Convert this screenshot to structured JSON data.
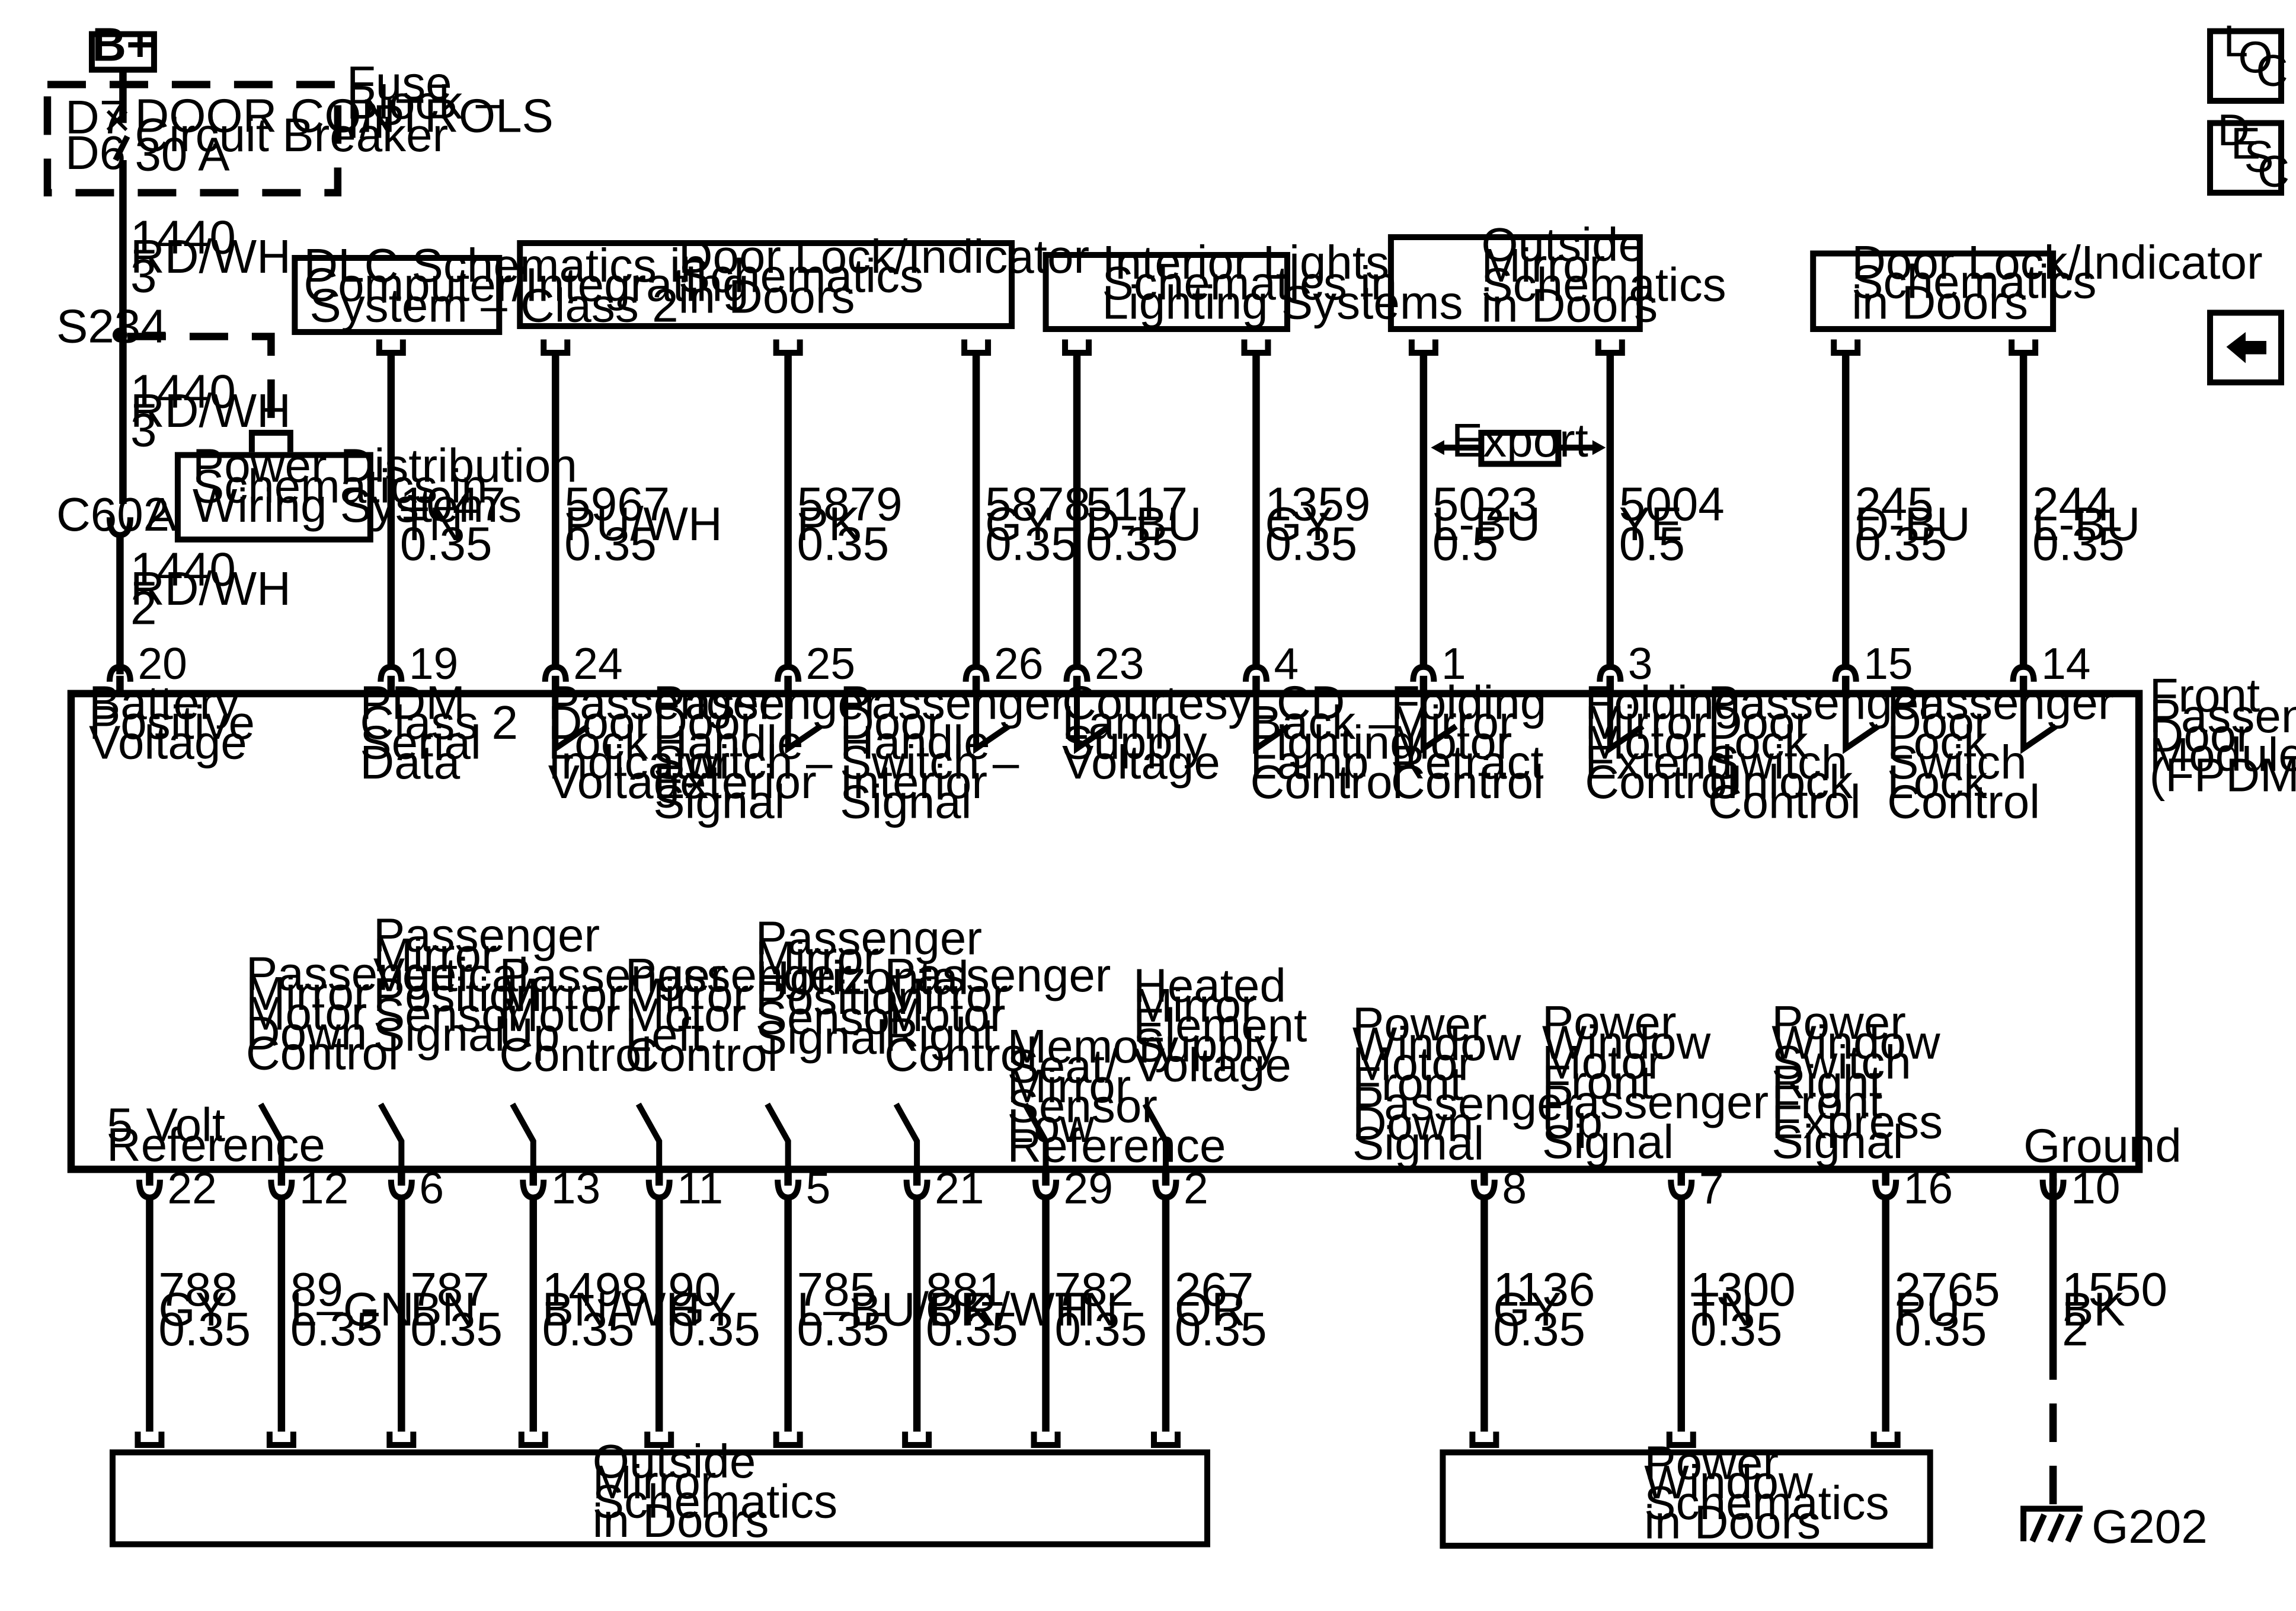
{
  "power": {
    "source": "B+"
  },
  "fuse_block": {
    "positions": [
      "D7",
      "D6"
    ],
    "device": [
      "DOOR CONTROLS",
      "Circuit Breaker",
      "30 A"
    ],
    "label": [
      "Fuse",
      "Block –",
      "I/P"
    ]
  },
  "splices": {
    "splice": "S234",
    "connector": "C602",
    "connector_pin": "A",
    "ground": "G202"
  },
  "nav": {
    "loc": [
      "L",
      "O",
      "C"
    ],
    "desc": [
      "D",
      "E",
      "S",
      "C"
    ],
    "back": "back-arrow-icon"
  },
  "module": {
    "name": [
      "Front",
      "Passenger",
      "Door",
      "Module",
      "(FPDM)"
    ]
  },
  "top_boxes": [
    {
      "id": "dlc",
      "lines": [
        "DLC Schematics in",
        "Computer/Integrating",
        "System – Class 2"
      ]
    },
    {
      "id": "doorlock1",
      "lines": [
        "Door Lock/Indicator",
        "Schematics",
        "in Doors"
      ]
    },
    {
      "id": "intlights",
      "lines": [
        "Interior Lights",
        "Schematics in",
        "Lighting Systems"
      ]
    },
    {
      "id": "mirror_top",
      "lines": [
        "Outside",
        "Mirror",
        "Schematics",
        "in Doors"
      ]
    },
    {
      "id": "doorlock2",
      "lines": [
        "Door Lock/Indicator",
        "Schematics",
        "in Doors"
      ]
    }
  ],
  "power_distribution": [
    "Power Distribution",
    "Schematics in",
    "Wiring Systems"
  ],
  "export": "Export",
  "bottom_boxes": [
    {
      "id": "mirror_bottom",
      "lines": [
        "Outside",
        "Mirror",
        "Schematics",
        "in Doors"
      ]
    },
    {
      "id": "powerwindow",
      "lines": [
        "Power",
        "Window",
        "Schematics",
        "in Doors"
      ]
    }
  ],
  "feed_wires": [
    {
      "lines": [
        "1440",
        "RD/WH",
        "3"
      ]
    },
    {
      "lines": [
        "1440",
        "RD/WH",
        "3"
      ]
    },
    {
      "lines": [
        "1440",
        "RD/WH",
        "2"
      ]
    }
  ],
  "top_pins": [
    {
      "pin": "20",
      "wire": [],
      "func": [
        "Battery",
        "Positive",
        "Voltage"
      ]
    },
    {
      "pin": "19",
      "wire": [
        "1047",
        "TN",
        "0.35"
      ],
      "func": [
        "PDM",
        "Class 2",
        "Serial",
        "Data"
      ]
    },
    {
      "pin": "24",
      "wire": [
        "5967",
        "PU/WH",
        "0.35"
      ],
      "func": [
        "Passenger",
        "Door",
        "Lock",
        "Indicator",
        "Voltage"
      ]
    },
    {
      "pin": "25",
      "wire": [
        "5879",
        "PK",
        "0.35"
      ],
      "func": [
        "Passenger",
        "Door",
        "Handle",
        "Switch –",
        "Exterior",
        "Signal"
      ]
    },
    {
      "pin": "26",
      "wire": [
        "5878",
        "GY",
        "0.35"
      ],
      "func": [
        "Passenger",
        "Door",
        "Handle",
        "Switch –",
        "Interior",
        "Signal"
      ]
    },
    {
      "pin": "23",
      "wire": [
        "5117",
        "D-BU",
        "0.35"
      ],
      "func": [
        "Courtesy",
        "Lamp",
        "Supply",
        "Voltage"
      ]
    },
    {
      "pin": "4",
      "wire": [
        "1359",
        "GY",
        "0.35"
      ],
      "func": [
        "LCD",
        "Back –",
        "Lighting",
        "Lamp",
        "Control"
      ]
    },
    {
      "pin": "1",
      "wire": [
        "5023",
        "L-BU",
        "0.5"
      ],
      "func": [
        "Folding",
        "Mirror",
        "Motor",
        "Retract",
        "Control"
      ]
    },
    {
      "pin": "3",
      "wire": [
        "5004",
        "YE",
        "0.5"
      ],
      "func": [
        "Folding",
        "Mirror",
        "Motor",
        "Extend",
        "Control"
      ]
    },
    {
      "pin": "15",
      "wire": [
        "245",
        "D-BU",
        "0.35"
      ],
      "func": [
        "Passenger",
        "Door",
        "Lock",
        "Switch",
        "Unlock",
        "Control"
      ]
    },
    {
      "pin": "14",
      "wire": [
        "244",
        "L-BU",
        "0.35"
      ],
      "func": [
        "Passenger",
        "Door",
        "Lock",
        "Switch",
        "Lock",
        "Control"
      ]
    }
  ],
  "bottom_pins": [
    {
      "pin": "22",
      "wire": [
        "788",
        "GY",
        "0.35"
      ],
      "func": [
        "5 Volt",
        "Reference"
      ]
    },
    {
      "pin": "12",
      "wire": [
        "89",
        "L–GN",
        "0.35"
      ],
      "func": [
        "Passenger",
        "Mirror",
        "Motor",
        "Down",
        "Control"
      ]
    },
    {
      "pin": "6",
      "wire": [
        "787",
        "BN",
        "0.35"
      ],
      "func": [
        "Passenger",
        "Mirror",
        "Vertical",
        "Position",
        "Sensor",
        "Signal"
      ]
    },
    {
      "pin": "13",
      "wire": [
        "1498",
        "BN/WH",
        "0.35"
      ],
      "func": [
        "Passenger",
        "Mirror",
        "Motor",
        "Up",
        "Control"
      ]
    },
    {
      "pin": "11",
      "wire": [
        "90",
        "GY",
        "0.35"
      ],
      "func": [
        "Passenger",
        "Mirror",
        "Motor",
        "Left",
        "Control"
      ]
    },
    {
      "pin": "5",
      "wire": [
        "785",
        "L–BU/BK",
        "0.35"
      ],
      "func": [
        "Passenger",
        "Mirror",
        "Horizontal",
        "Position",
        "Sensor",
        "Signal"
      ]
    },
    {
      "pin": "21",
      "wire": [
        "881",
        "OR/WH",
        "0.35"
      ],
      "func": [
        "Passenger",
        "Mirror",
        "Motor",
        "Right",
        "Control"
      ]
    },
    {
      "pin": "29",
      "wire": [
        "782",
        "TN",
        "0.35"
      ],
      "func": [
        "Memory",
        "Seat/",
        "Mirror",
        "Sensor",
        "Low",
        "Reference"
      ]
    },
    {
      "pin": "2",
      "wire": [
        "267",
        "OR",
        "0.35"
      ],
      "func": [
        "Heated",
        "Mirror",
        "Element",
        "Supply",
        "Voltage"
      ]
    },
    {
      "pin": "8",
      "wire": [
        "1136",
        "GY",
        "0.35"
      ],
      "func": [
        "Power",
        "Window",
        "Motor",
        "Front",
        "Passenger",
        "Down",
        "Signal"
      ]
    },
    {
      "pin": "7",
      "wire": [
        "1300",
        "TN",
        "0.35"
      ],
      "func": [
        "Power",
        "Window",
        "Motor",
        "Front",
        "Passenger",
        "Up",
        "Signal"
      ]
    },
    {
      "pin": "16",
      "wire": [
        "2765",
        "PU",
        "0.35"
      ],
      "func": [
        "Power",
        "Window",
        "Switch",
        "Right",
        "Front",
        "Express",
        "Signal"
      ]
    },
    {
      "pin": "10",
      "wire": [
        "1550",
        "BK",
        "2"
      ],
      "func": [
        "Ground"
      ]
    }
  ]
}
